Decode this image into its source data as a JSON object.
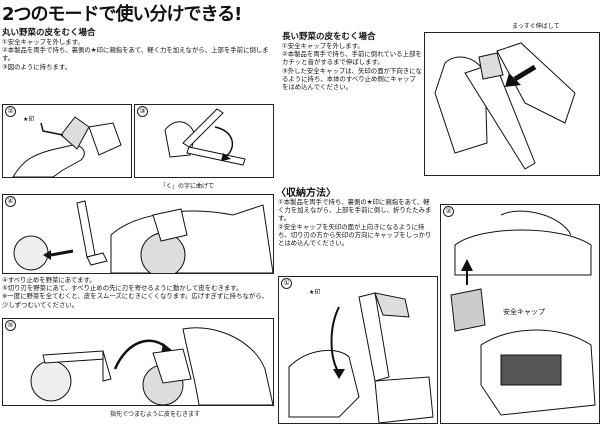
{
  "title": "2つのモードで使い分けできる!",
  "round": {
    "heading": "丸い野菜の皮をむく場合",
    "steps": [
      "①安全キャップを外します。",
      "②本製品を両手で持ち、裏側の★印に親指をあて、軽く力を加えながら、上部を手前に倒します。",
      "③図のように持ちます。"
    ],
    "p2_num": "②",
    "p2_mark": "★印",
    "p3_num": "③",
    "p3_caption": "「く」の字に曲げて",
    "p4_num": "④",
    "notes": [
      "④すべり止めを野菜にあてます。",
      "⑤切り刃を野菜にあて、すべり止めの先に刃を寄せるように動かして皮をむきます。",
      "※一度に野菜を全てむくと、皮をスムーズにむきにくくなります。広げすぎずに持ちながら、少しずつむいてください。"
    ],
    "p5_num": "⑤",
    "p5_caption": "指先でつまむように皮をむきます"
  },
  "long": {
    "heading": "長い野菜の皮をむく場合",
    "caption": "まっすぐ伸ばして",
    "steps": [
      "①安全キャップを外します。",
      "②本製品を両手で持ち、手前に倒れている上部をカチッと音がするまで伸ばします。",
      "③外した安全キャップは、矢印の面が下向きになるように持ち、本体のすべり止め側にキャップをはめ込んでください。"
    ]
  },
  "storage": {
    "heading": "〈収納方法〉",
    "steps": [
      "①本製品を両手で持ち、裏側の★印に親指をあて、軽く力を加えながら、上部を手前に倒し、折りたたみます。",
      "②安全キャップを矢印の面が上向きになるように持ち、切り刃の方から矢印の方向にキャップをしっかりとはめ込んでください。"
    ],
    "p1_num": "①",
    "p1_mark": "★印",
    "p2_num": "②",
    "p2_cap_label": "安全キャップ"
  }
}
